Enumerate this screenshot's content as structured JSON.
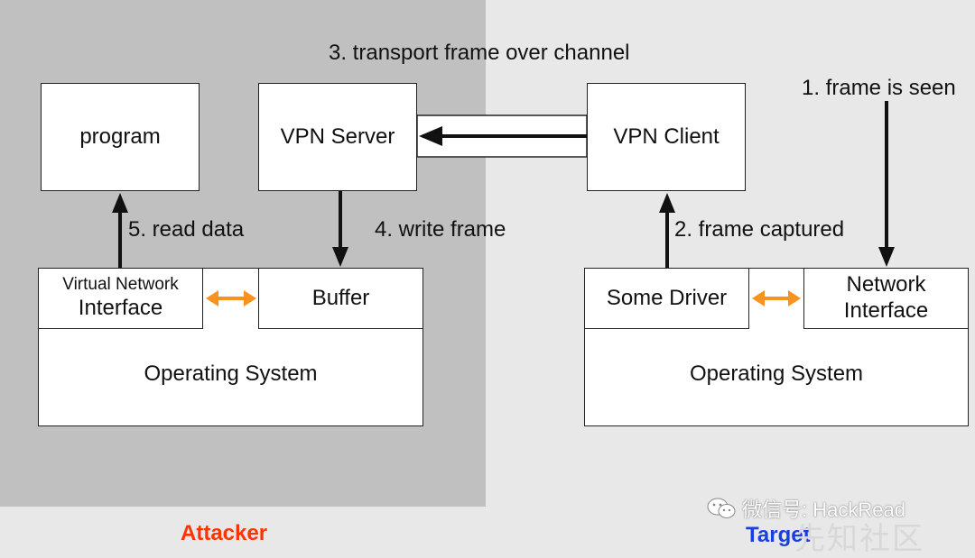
{
  "nodes": {
    "program": "program",
    "vpn_server": "VPN Server",
    "vpn_client": "VPN Client",
    "virtual_nic_line1": "Virtual Network",
    "virtual_nic_line2": "Interface",
    "buffer": "Buffer",
    "attacker_os": "Operating System",
    "some_driver": "Some Driver",
    "network_interface_line1": "Network",
    "network_interface_line2": "Interface",
    "target_os": "Operating System"
  },
  "steps": {
    "step1": "1. frame is seen",
    "step2": "2. frame captured",
    "step3": "3. transport frame over channel",
    "step4": "4. write frame",
    "step5": "5. read data"
  },
  "zones": {
    "attacker": "Attacker",
    "target": "Target"
  },
  "watermark": {
    "text": "微信号: HackRead",
    "ghost": "先知社区"
  },
  "colors": {
    "attacker_bg": "#c0c0c0",
    "target_bg": "#e8e8e8",
    "attacker_label": "#ff3300",
    "target_label": "#1a3fe0",
    "bidirectional_arrow": "#f7931e"
  },
  "icons": {
    "watermark": "wechat-icon"
  }
}
